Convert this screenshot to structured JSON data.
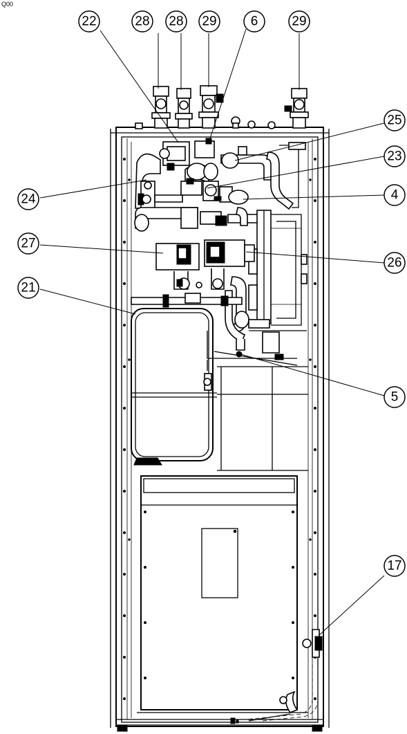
{
  "sheet_code": "Q00",
  "callouts": [
    {
      "id": "c22",
      "label": "22"
    },
    {
      "id": "c28a",
      "label": "28"
    },
    {
      "id": "c28b",
      "label": "28"
    },
    {
      "id": "c29a",
      "label": "29"
    },
    {
      "id": "c6",
      "label": "6"
    },
    {
      "id": "c29b",
      "label": "29"
    },
    {
      "id": "c25",
      "label": "25"
    },
    {
      "id": "c23",
      "label": "23"
    },
    {
      "id": "c24",
      "label": "24"
    },
    {
      "id": "c4",
      "label": "4"
    },
    {
      "id": "c27",
      "label": "27"
    },
    {
      "id": "c26",
      "label": "26"
    },
    {
      "id": "c21",
      "label": "21"
    },
    {
      "id": "c5",
      "label": "5"
    },
    {
      "id": "c17",
      "label": "17"
    }
  ]
}
